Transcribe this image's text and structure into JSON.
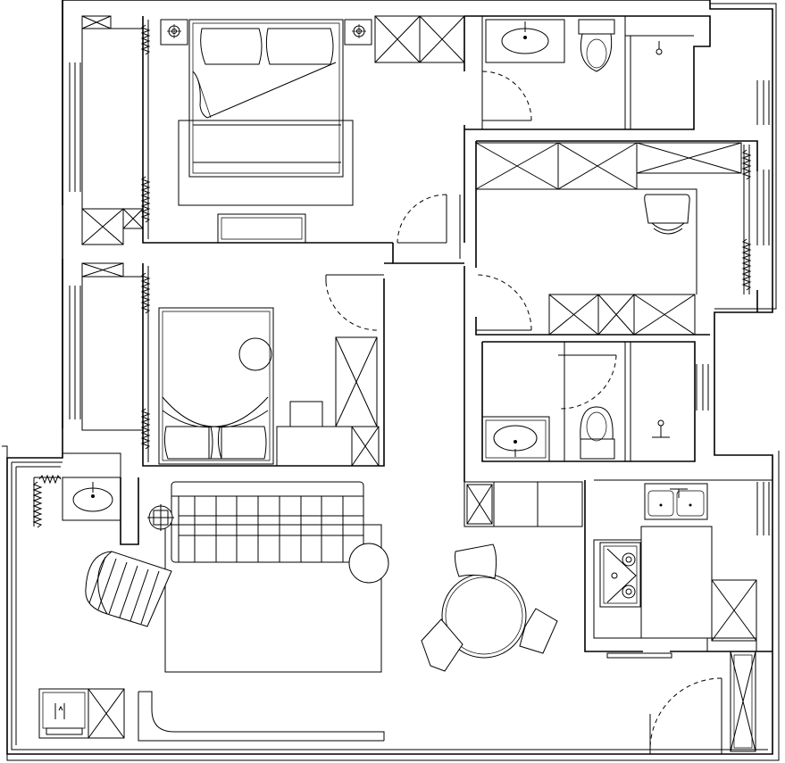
{
  "drawing": {
    "type": "apartment floor plan",
    "line_color": "#000000",
    "background_color": "#ffffff",
    "rooms": [
      {
        "id": "master-bedroom",
        "furniture": [
          "double-bed",
          "nightstand-lamp",
          "nightstand-lamp",
          "bench",
          "wardrobe",
          "curtain"
        ]
      },
      {
        "id": "bedroom-2",
        "furniture": [
          "bed",
          "round-stool",
          "desk",
          "chair",
          "wardrobe",
          "curtain"
        ]
      },
      {
        "id": "bathroom-1",
        "furniture": [
          "washbasin",
          "toilet",
          "shower"
        ]
      },
      {
        "id": "study",
        "furniture": [
          "cabinets",
          "desk",
          "chair",
          "curtain"
        ]
      },
      {
        "id": "bathroom-2",
        "furniture": [
          "washbasin",
          "toilet",
          "shower"
        ]
      },
      {
        "id": "living-room",
        "furniture": [
          "sofa",
          "rug",
          "lounge-chair",
          "round-side-table",
          "floor-lamp",
          "tv-bench",
          "shoe-cabinet"
        ]
      },
      {
        "id": "dining-area",
        "furniture": [
          "round-table",
          "chair",
          "chair",
          "chair",
          "sideboard"
        ]
      },
      {
        "id": "kitchen",
        "furniture": [
          "double-sink",
          "gas-hob",
          "cabinets"
        ]
      },
      {
        "id": "balcony",
        "furniture": [
          "washing-machine",
          "washbasin",
          "cabinet",
          "curtain"
        ]
      }
    ],
    "symbols": {
      "door": "swing-arc-icon",
      "curtain": "zigzag-curtain-icon",
      "storage": "cross-box-icon",
      "lamp": "circle-cross-icon"
    }
  }
}
